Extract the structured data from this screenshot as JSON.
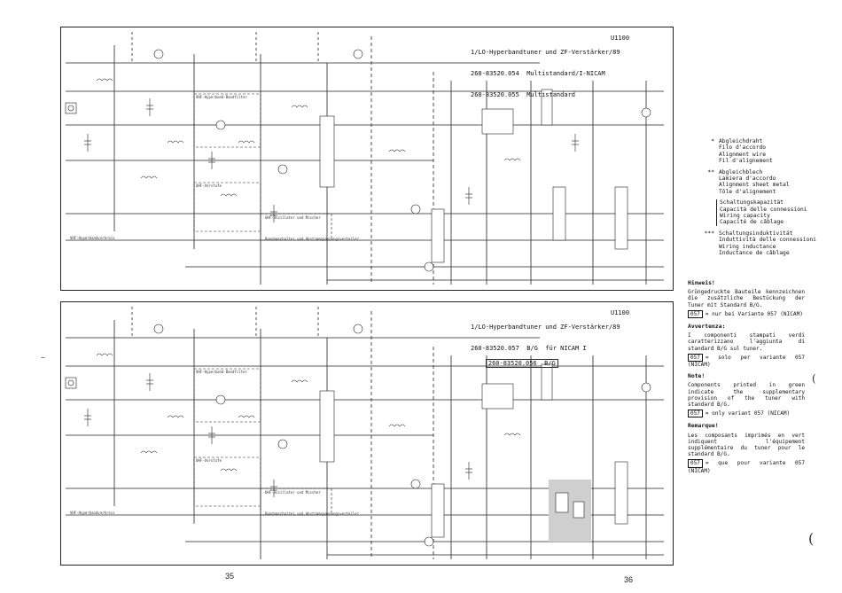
{
  "sheets": {
    "top": {
      "title_line1": "1/LO-Hyperbandtuner und ZF-Verstärker/89",
      "title_line2": "260-83520.054  Multistandard/I-NICAM",
      "title_line3": "260-83520.055  Multistandard",
      "code": "U1100",
      "label_vhf": "VHF-Hyperband-Bandfilter",
      "label_uhf": "UHF-Vorstufe",
      "label_vhf_pre": "VHF-Hyperbandvorkreis",
      "label_osc": "UHF-Oszillator und Mischer",
      "label_mixer": "Bandumschalter und Abstimmspannungsverteiler"
    },
    "bottom": {
      "title_line1": "1/LO-Hyperbandtuner und ZF-Verstärker/89",
      "title_line2": "260-83520.057  B/G  für NICAM I",
      "title_line3": "260-83520.056  B/G",
      "code": "U1100",
      "label_vhf": "VHF-Hyperband-Bandfilter",
      "label_uhf": "UHF-Vorstufe",
      "label_vhf_pre": "VHF-Hyperbandvorkreis",
      "label_osc": "UHF-Oszillator und Mischer",
      "label_mixer": "Bandumschalter und Abstimmspannungsverteiler"
    }
  },
  "legend": [
    {
      "mark": "*",
      "lines": [
        "Abgleichdraht",
        "Filo d'accordo",
        "Alignment wire",
        "Fil d'alignement"
      ]
    },
    {
      "mark": "**",
      "lines": [
        "Abgleichblech",
        "Lamiera d'accordo",
        "Alignment sheet metal",
        "Tôle d'alignement"
      ]
    },
    {
      "mark": "",
      "lines": [
        "Schaltungskapazität",
        "Capacità delle connessioni",
        "Wiring capacity",
        "Capacité de câblage"
      ]
    },
    {
      "mark": "***",
      "lines": [
        "Schaltungsinduktivität",
        "Induttività delle connessioni",
        "Wiring inductance",
        "Inductance de câblage"
      ]
    }
  ],
  "notes": [
    {
      "heading": "Hinweis!",
      "text": "Grüngedruckte Bauteile kennzeichnen die zusätzliche Bestückung der Tuner mit Standard B/G.",
      "variant": "057",
      "variant_text": "= nur bei Variante 057 (NICAM)"
    },
    {
      "heading": "Avvertenza:",
      "text": "I componenti stampati verdi caratterizzano l'aggiunta di standard B/G sul tuner.",
      "variant": "057",
      "variant_text": "= solo per variante 057 (NICAM)"
    },
    {
      "heading": "Note!",
      "text": "Components printed in green indicate the supplementary provision of the tuner with standard B/G.",
      "variant": "057",
      "variant_text": "= only variant 057 (NICAM)"
    },
    {
      "heading": "Remarque!",
      "text": "Les composants imprimés en vert indiquent l'équipement supplémentaire du tuner pour le standard B/G.",
      "variant": "057",
      "variant_text": "= que pour variante 057 (NICAM)"
    }
  ],
  "page_numbers": {
    "left": "35",
    "right": "36"
  }
}
